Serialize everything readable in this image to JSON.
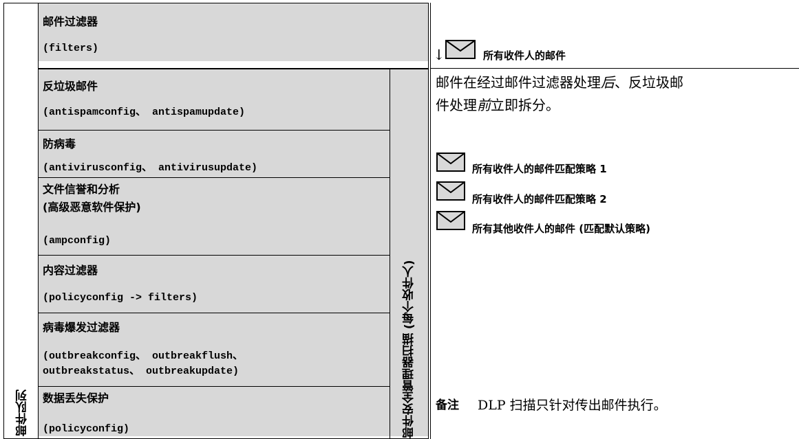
{
  "left_column": {
    "queue_label": "邮件队列"
  },
  "pipeline": {
    "stages": [
      {
        "title": "邮件过滤器",
        "config": "(filters)"
      },
      {
        "title": "反垃圾邮件",
        "config": "(antispamconfig、 antispamupdate)"
      },
      {
        "title": "防病毒",
        "config": "(antivirusconfig、 antivirusupdate)"
      },
      {
        "title": "文件信誉和分析",
        "subtitle": "(高级恶意软件保护)",
        "config": "(ampconfig)"
      },
      {
        "title": "内容过滤器",
        "config": "(policyconfig -> filters)"
      },
      {
        "title": "病毒爆发过滤器",
        "config_lines": [
          "(outbreakconfig、 outbreakflush、",
          "outbreakstatus、 outbreakupdate)"
        ]
      },
      {
        "title": "数据丢失保护",
        "config": "(policyconfig)"
      }
    ],
    "scan_label": "邮件安全管理器扫描 (每个收件人)"
  },
  "right_panel": {
    "all_recipients": "所有收件人的邮件",
    "all_recipients_arrow": "↓",
    "split_note": {
      "before": "邮件在经过邮件过滤器处理",
      "after_word": "后",
      "middle": "、反垃圾邮件处理",
      "before_word": "前",
      "end": "立即拆分。"
    },
    "envelopes": [
      "所有收件人的邮件匹配策略 1",
      "所有收件人的邮件匹配策略 2",
      "所有其他收件人的邮件 (匹配默认策略)"
    ],
    "footnote": {
      "label": "备注",
      "text": "DLP 扫描只针对传出邮件执行。"
    }
  },
  "colors": {
    "cell_fill": "#d8d8d8",
    "envelope_fill": "#d8d8d8",
    "line": "#000000"
  },
  "icons": [
    "down-arrow-icon",
    "envelope-icon"
  ]
}
